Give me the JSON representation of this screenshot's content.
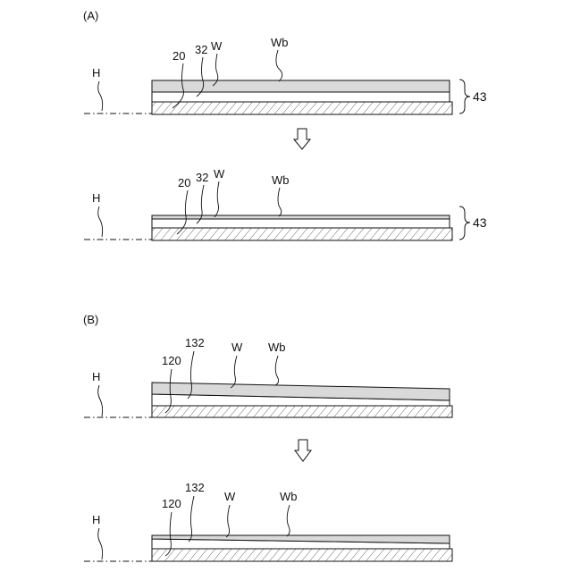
{
  "panels": {
    "a": {
      "label": "(A)",
      "before": {
        "h": "H",
        "l1": "20",
        "l2": "32",
        "l3": "W",
        "l4": "Wb",
        "brace": "43"
      },
      "after": {
        "h": "H",
        "l1": "20",
        "l2": "32",
        "l3": "W",
        "l4": "Wb",
        "brace": "43"
      }
    },
    "b": {
      "label": "(B)",
      "before": {
        "h": "H",
        "l1": "120",
        "l2": "132",
        "l3": "W",
        "l4": "Wb"
      },
      "after": {
        "h": "H",
        "l1": "120",
        "l2": "132",
        "l3": "W",
        "l4": "Wb"
      }
    }
  },
  "colors": {
    "wafer_fill": "#d9d9d9",
    "line": "#111111",
    "background": "#ffffff"
  },
  "icons": {
    "transition": "down-arrow-icon",
    "hatch": "hatched-chuck-table"
  }
}
